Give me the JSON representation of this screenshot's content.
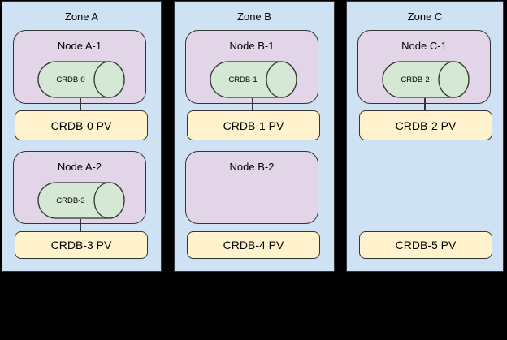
{
  "colors": {
    "canvas-bg": "#000000",
    "border": "#343434",
    "zone-fill": "#cfe2f3",
    "node-fill": "#e1d5e7",
    "cylinder-fill": "#d5e8d4",
    "pv-fill": "#fff2cc",
    "text": "#000000"
  },
  "zones": {
    "a": {
      "title": "Zone A",
      "node1": {
        "label": "Node A-1",
        "db": "CRDB-0"
      },
      "pv1": "CRDB-0 PV",
      "node2": {
        "label": "Node A-2",
        "db": "CRDB-3"
      },
      "pv2": "CRDB-3 PV"
    },
    "b": {
      "title": "Zone B",
      "node1": {
        "label": "Node B-1",
        "db": "CRDB-1"
      },
      "pv1": "CRDB-1 PV",
      "node2": {
        "label": "Node B-2"
      },
      "pv2": "CRDB-4 PV"
    },
    "c": {
      "title": "Zone C",
      "node1": {
        "label": "Node C-1",
        "db": "CRDB-2"
      },
      "pv1": "CRDB-2 PV",
      "pv2": "CRDB-5 PV"
    }
  }
}
